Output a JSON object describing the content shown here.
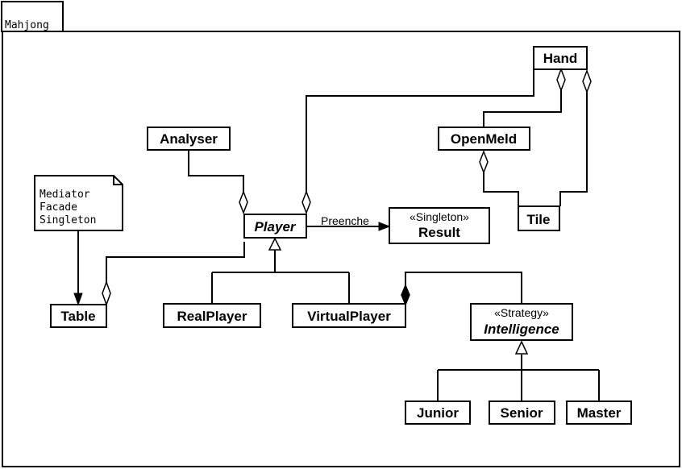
{
  "package": {
    "name": "Mahjong"
  },
  "note": {
    "lines": [
      "Mediator",
      "Facade",
      "Singleton"
    ]
  },
  "classes": {
    "hand": "Hand",
    "openmeld": "OpenMeld",
    "tile": "Tile",
    "analyser": "Analyser",
    "player": "Player",
    "result": {
      "stereotype": "«Singleton»",
      "name": "Result"
    },
    "table": "Table",
    "realplayer": "RealPlayer",
    "virtualplayer": "VirtualPlayer",
    "intelligence": {
      "stereotype": "«Strategy»",
      "name": "Intelligence"
    },
    "junior": "Junior",
    "senior": "Senior",
    "master": "Master"
  },
  "associations": {
    "player_result": "Preenche"
  }
}
